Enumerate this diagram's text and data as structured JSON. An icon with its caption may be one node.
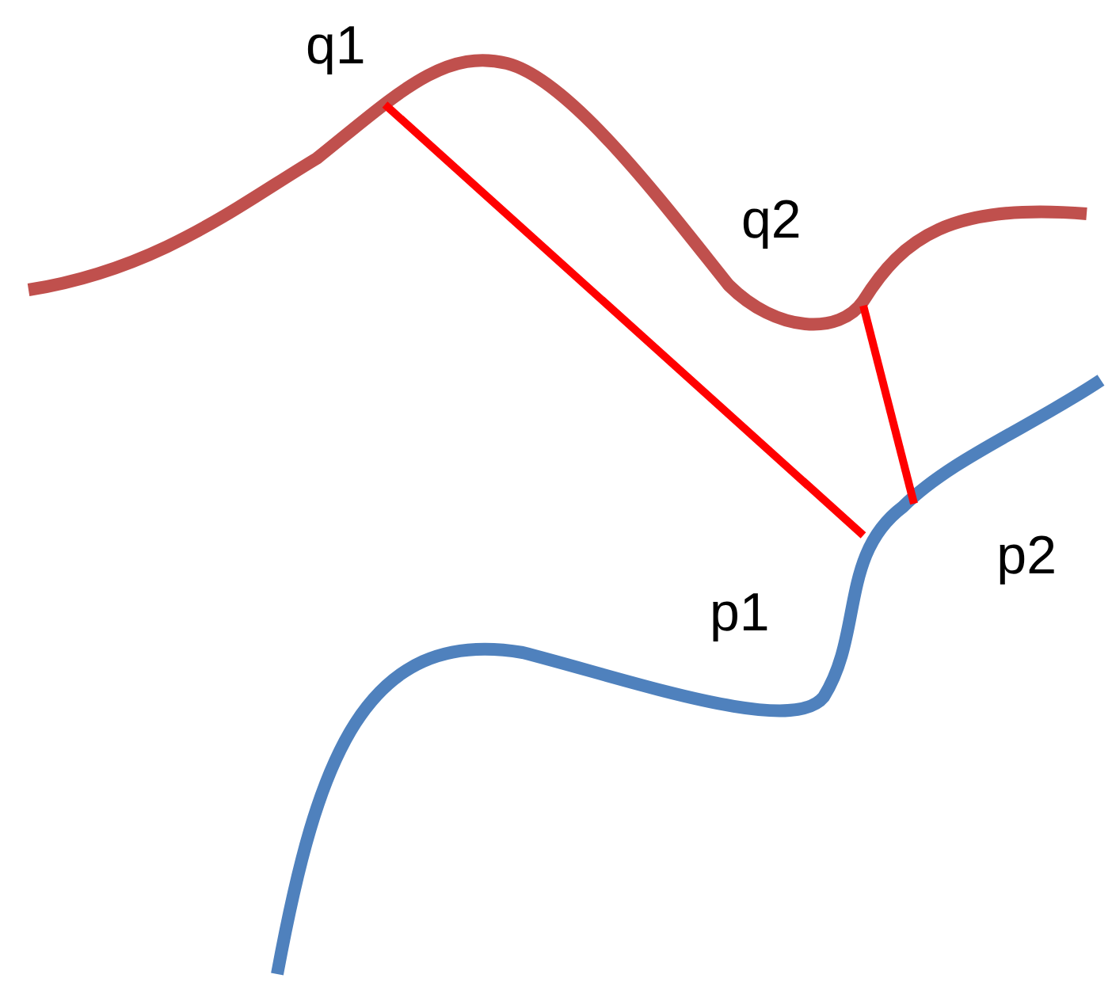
{
  "diagram": {
    "nodes": [
      {
        "text": [
          "q1"
        ]
      },
      {
        "text": [
          "q2"
        ]
      },
      {
        "text": [
          "p1"
        ]
      },
      {
        "text": [
          "p2"
        ]
      }
    ],
    "edges": [
      {
        "from": 0,
        "to": 2,
        "arrow": "none",
        "color": "#ff0000"
      },
      {
        "from": 1,
        "to": 3,
        "arrow": "none",
        "color": "#ff0000"
      }
    ]
  }
}
